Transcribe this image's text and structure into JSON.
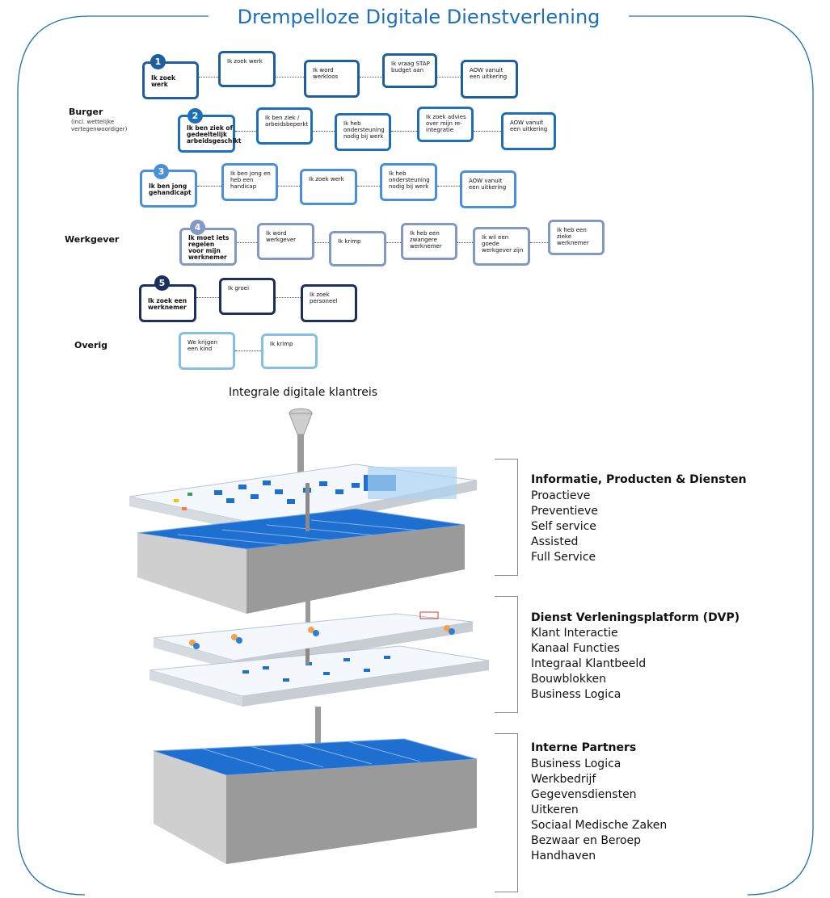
{
  "title": "Drempelloze Digitale Dienstverlening",
  "row_labels": {
    "burger": "Burger",
    "burger_sub": "(incl. wettelijke vertegenwoordiger)",
    "werkgever": "Werkgever",
    "overig": "Overig"
  },
  "journeys": [
    {
      "number": "1",
      "color": "#1f5f9e",
      "steps": [
        "Ik zoek werk",
        "Ik zoek werk",
        "Ik word werkloos",
        "Ik vraag STAP budget aan",
        "AOW vanuit een uitkering"
      ]
    },
    {
      "number": "2",
      "color": "#1d6fb8",
      "steps": [
        "Ik ben ziek of gedeeltelijk arbeidsgeschikt",
        "Ik ben ziek / arbeidsbeperkt",
        "Ik heb ondersteuning nodig bij werk",
        "Ik zoek advies over mijn re-integratie",
        "AOW vanuit een uitkering"
      ]
    },
    {
      "number": "3",
      "color": "#4a90d9",
      "steps": [
        "Ik ben jong gehandicapt",
        "Ik ben jong en heb een handicap",
        "Ik zoek werk",
        "Ik heb ondersteuning nodig bij werk",
        "AOW vanuit een uitkering"
      ]
    },
    {
      "number": "4",
      "color": "#8398c4",
      "steps": [
        "Ik moet iets regelen voor mijn werknemer",
        "Ik word werkgever",
        "Ik krimp",
        "Ik heb een zwangere werknemer",
        "Ik wil een goede werkgever zijn",
        "Ik heb een zieke werknemer"
      ]
    },
    {
      "number": "5",
      "color": "#1c2f5e",
      "steps": [
        "Ik zoek een werknemer",
        "Ik groei",
        "Ik zoek personeel"
      ]
    }
  ],
  "overig": [
    "We krijgen een kind",
    "Ik krimp"
  ],
  "caption": "Integrale digitale klantreis",
  "layers": [
    {
      "title": "Informatie, Producten & Diensten",
      "items": [
        "Proactieve",
        "Preventieve",
        "Self service",
        "Assisted",
        "Full Service"
      ]
    },
    {
      "title": "Dienst Verleningsplatform (DVP)",
      "items": [
        "Klant Interactie",
        "Kanaal Functies",
        "Integraal Klantbeeld",
        "Bouwblokken",
        "Business Logica"
      ]
    },
    {
      "title": "Interne Partners",
      "items": [
        "Business Logica",
        "Werkbedrijf",
        "Gegevensdiensten",
        "Uitkeren",
        "Sociaal Medische Zaken",
        "Bezwaar en Beroep",
        "Handhaven"
      ]
    }
  ],
  "colors": {
    "brand": "#1d6fb8",
    "block_blue": "#1f6fd0",
    "block_grey": "#9a9a9a"
  }
}
